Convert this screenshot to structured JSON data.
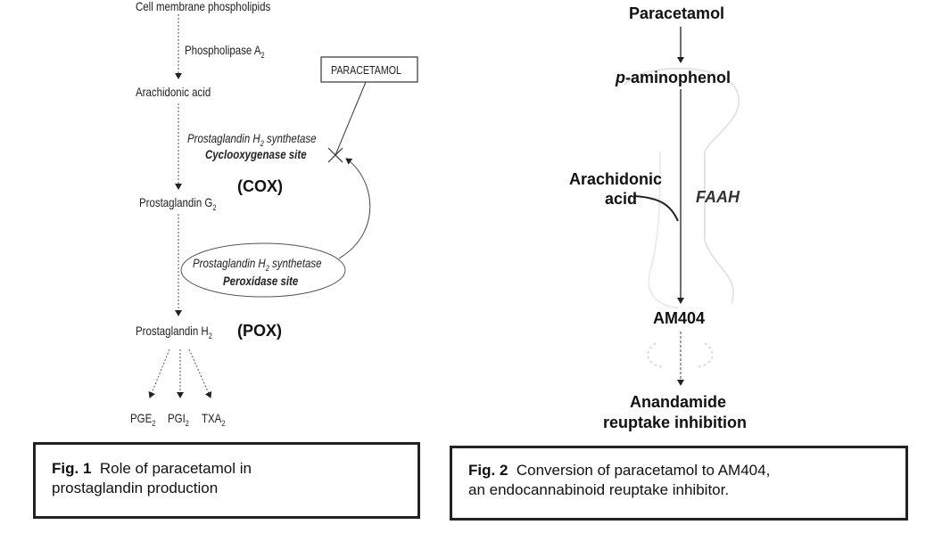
{
  "fig1": {
    "nodes": {
      "membrane": "Cell membrane phospholipids",
      "phospholipase": "Phospholipase A",
      "phospholipase_sub": "2",
      "arachidonic": "Arachidonic acid",
      "synthetase_cox": "Prostaglandin H",
      "synthetase_cox_sub": "2",
      "synthetase_cox_rest": " synthetase",
      "cox_site": "Cyclooxygenase site",
      "cox_label": "(COX)",
      "pgg2": "Prostaglandin G",
      "pgg2_sub": "2",
      "synthetase_pox": "Prostaglandin H",
      "synthetase_pox_sub": "2",
      "synthetase_pox_rest": " synthetase",
      "pox_site": "Peroxidase site",
      "pgh2": "Prostaglandin H",
      "pgh2_sub": "2",
      "pox_label": "(POX)",
      "paracetamol_box": "PARACETAMOL",
      "pge2": "PGE",
      "pge2_sub": "2",
      "pgi2": "PGI",
      "pgi2_sub": "2",
      "txa2": "TXA",
      "txa2_sub": "2"
    },
    "caption": {
      "label": "Fig. 1",
      "text_line1": "Role of paracetamol in",
      "text_line2": "prostaglandin production"
    }
  },
  "fig2": {
    "nodes": {
      "paracetamol": "Paracetamol",
      "aminophenol_prefix": "p",
      "aminophenol_rest": "-aminophenol",
      "arachidonic_line1": "Arachidonic",
      "arachidonic_line2": "acid",
      "faah": "FAAH",
      "am404": "AM404",
      "result_line1": "Anandamide",
      "result_line2": "reuptake inhibition"
    },
    "caption": {
      "label": "Fig. 2",
      "text_line1": "Conversion of paracetamol to AM404,",
      "text_line2": "an endocannabinoid reuptake inhibitor."
    }
  }
}
